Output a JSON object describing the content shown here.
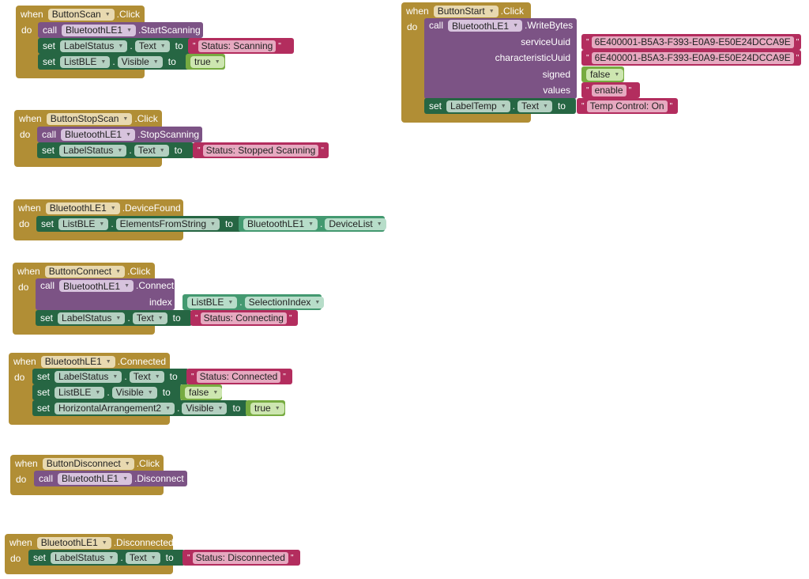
{
  "keywords": {
    "when": "when",
    "do": "do",
    "call": "call",
    "set": "set",
    "to": "to",
    "dot": ".",
    "quote": "\""
  },
  "blocks": {
    "scan": {
      "component": "ButtonScan",
      "event": ".Click",
      "call": {
        "component": "BluetoothLE1",
        "method": ".StartScanning"
      },
      "set1": {
        "component": "LabelStatus",
        "property": "Text",
        "value": "Status: Scanning"
      },
      "set2": {
        "component": "ListBLE",
        "property": "Visible",
        "value": "true"
      }
    },
    "stopscan": {
      "component": "ButtonStopScan",
      "event": ".Click",
      "call": {
        "component": "BluetoothLE1",
        "method": ".StopScanning"
      },
      "set1": {
        "component": "LabelStatus",
        "property": "Text",
        "value": "Status: Stopped Scanning"
      }
    },
    "devfound": {
      "component": "BluetoothLE1",
      "event": ".DeviceFound",
      "set1": {
        "component": "ListBLE",
        "property": "ElementsFromString",
        "value_component": "BluetoothLE1",
        "value_property": "DeviceList"
      }
    },
    "connect": {
      "component": "ButtonConnect",
      "event": ".Click",
      "call": {
        "component": "BluetoothLE1",
        "method": ".Connect",
        "arg_label": "index",
        "arg_component": "ListBLE",
        "arg_property": "SelectionIndex"
      },
      "set1": {
        "component": "LabelStatus",
        "property": "Text",
        "value": "Status: Connecting"
      }
    },
    "connected": {
      "component": "BluetoothLE1",
      "event": ".Connected",
      "set1": {
        "component": "LabelStatus",
        "property": "Text",
        "value": "Status: Connected"
      },
      "set2": {
        "component": "ListBLE",
        "property": "Visible",
        "value": "false"
      },
      "set3": {
        "component": "HorizontalArrangement2",
        "property": "Visible",
        "value": "true"
      }
    },
    "disconnect": {
      "component": "ButtonDisconnect",
      "event": ".Click",
      "call": {
        "component": "BluetoothLE1",
        "method": ".Disconnect"
      }
    },
    "disconnected": {
      "component": "BluetoothLE1",
      "event": ".Disconnected",
      "set1": {
        "component": "LabelStatus",
        "property": "Text",
        "value": "Status: Disconnected"
      }
    },
    "start": {
      "component": "ButtonStart",
      "event": ".Click",
      "call": {
        "component": "BluetoothLE1",
        "method": ".WriteBytes",
        "args": [
          {
            "label": "serviceUuid",
            "value": "6E400001-B5A3-F393-E0A9-E50E24DCCA9E"
          },
          {
            "label": "characteristicUuid",
            "value": "6E400001-B5A3-F393-E0A9-E50E24DCCA9E"
          },
          {
            "label": "signed",
            "value": "false"
          },
          {
            "label": "values",
            "value": "enable"
          }
        ]
      },
      "set1": {
        "component": "LabelTemp",
        "property": "Text",
        "value": "Temp Control: On"
      }
    }
  },
  "colors": {
    "event": "#b18e35",
    "call": "#7c5385",
    "set": "#266643",
    "component_getter": "#439970",
    "text": "#b32d5e",
    "logic": "#77ab41"
  }
}
